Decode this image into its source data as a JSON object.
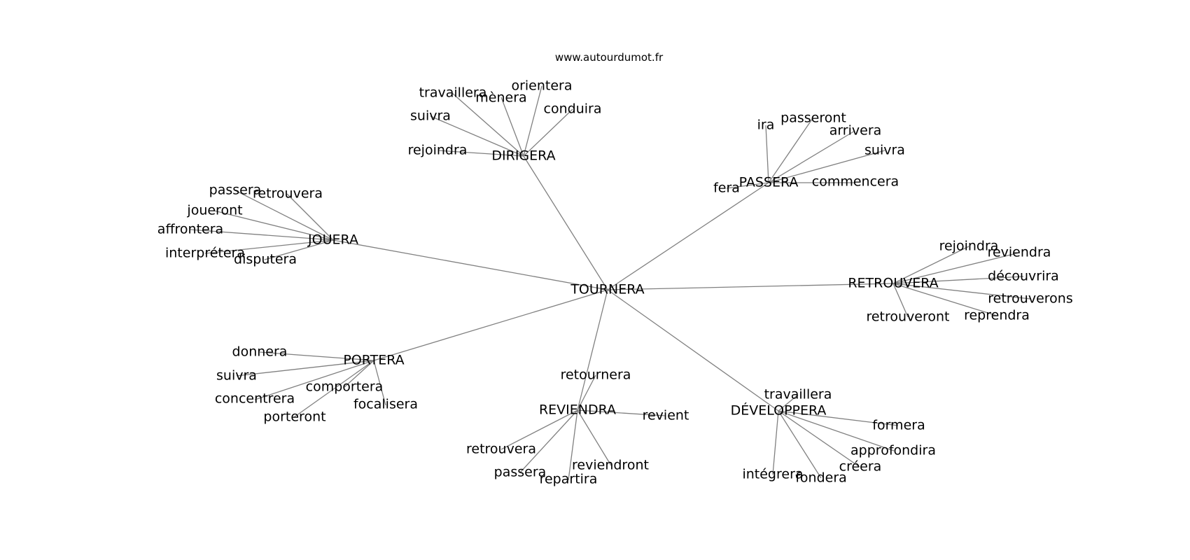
{
  "source": "www.autourdumot.fr",
  "center": "TOURNERA",
  "hubs": [
    {
      "id": "dirigera",
      "label": "DIRIGERA",
      "leaves": [
        "travaillera",
        "mènera",
        "orientera",
        "conduira",
        "suivra",
        "rejoindra"
      ]
    },
    {
      "id": "passera",
      "label": "PASSERA",
      "leaves": [
        "ira",
        "passeront",
        "arrivera",
        "suivra",
        "commencera",
        "fera"
      ]
    },
    {
      "id": "jouera",
      "label": "JOUERA",
      "leaves": [
        "passera",
        "retrouvera",
        "joueront",
        "affrontera",
        "interprétera",
        "disputera"
      ]
    },
    {
      "id": "retrouvera",
      "label": "RETROUVERA",
      "leaves": [
        "rejoindra",
        "reviendra",
        "découvrira",
        "retrouverons",
        "reprendra",
        "retrouveront"
      ]
    },
    {
      "id": "portera",
      "label": "PORTERA",
      "leaves": [
        "donnera",
        "suivra",
        "concentrera",
        "comportera",
        "focalisera",
        "porteront"
      ]
    },
    {
      "id": "reviendra",
      "label": "REVIENDRA",
      "leaves": [
        "retournera",
        "revient",
        "retrouvera",
        "passera",
        "repartira",
        "reviendront"
      ]
    },
    {
      "id": "developpera",
      "label": "DÉVELOPPERA",
      "leaves": [
        "travaillera",
        "formera",
        "approfondira",
        "créera",
        "fondera",
        "intégrera"
      ]
    }
  ]
}
